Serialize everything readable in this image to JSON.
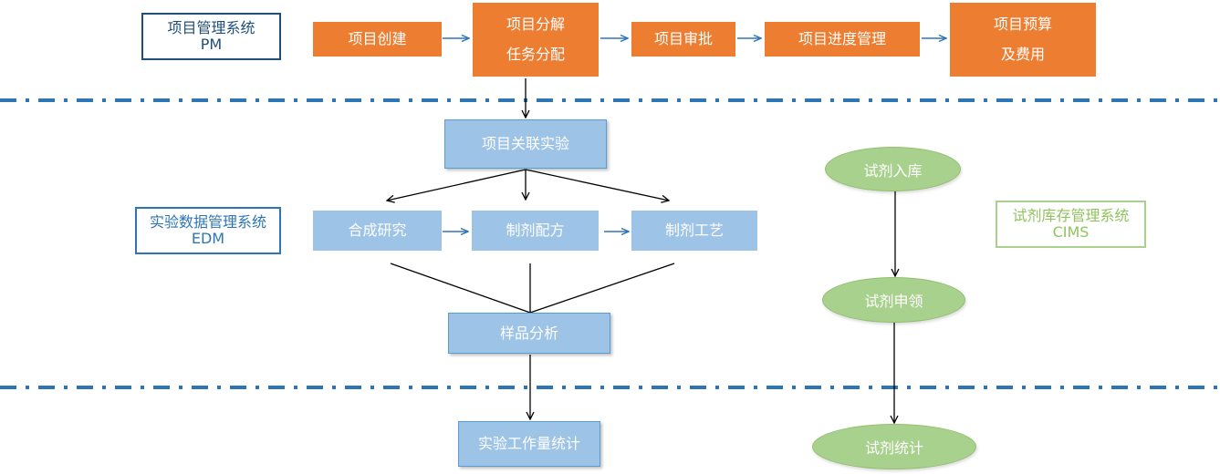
{
  "systems": {
    "pm": {
      "line1": "项目管理系统",
      "line2": "PM"
    },
    "edm": {
      "line1": "实验数据管理系统",
      "line2": "EDM"
    },
    "cims": {
      "line1": "试剂库存管理系统",
      "line2": "CIMS"
    }
  },
  "pm_flow": {
    "create": "项目创建",
    "decompose": {
      "line1": "项目分解",
      "line2": "任务分配"
    },
    "approve": "项目审批",
    "progress": "项目进度管理",
    "budget": {
      "line1": "项目预算",
      "line2": "及费用"
    }
  },
  "edm_flow": {
    "link_experiment": "项目关联实验",
    "synthesis": "合成研究",
    "formulation": "制剂配方",
    "process": "制剂工艺",
    "sample_analysis": "样品分析",
    "workload_stats": "实验工作量统计"
  },
  "cims_flow": {
    "stock_in": "试剂入库",
    "requisition": "试剂申领",
    "statistics": "试剂统计"
  },
  "colors": {
    "orange": "#ed7d31",
    "blue": "#9dc3e6",
    "green": "#a9d18e",
    "pm_border": "#1f4e79",
    "edm_border": "#2e75b6",
    "divider": "#2e75b6"
  }
}
